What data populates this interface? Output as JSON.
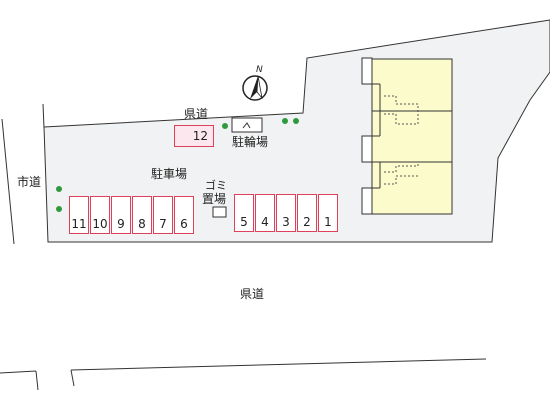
{
  "labels": {
    "prefectural_road_top": "県道",
    "city_road": "市道",
    "prefectural_road_bottom": "県道",
    "parking": "駐車場",
    "bicycle_parking": "駐輪場",
    "garbage_top": "ゴミ",
    "garbage_bottom": "置場"
  },
  "stalls_left": [
    "11",
    "10",
    "9",
    "8",
    "7",
    "6"
  ],
  "stalls_right": [
    "5",
    "4",
    "3",
    "2",
    "1"
  ],
  "stall_single": "12",
  "compass": {
    "north_label": "N"
  },
  "colors": {
    "lot_fill": "#f1f2f3",
    "building_fill": "#fcfbcc",
    "stall_border": "#e0405a",
    "stall12_fill": "#fde7ee",
    "tree": "#2f9a3b"
  }
}
